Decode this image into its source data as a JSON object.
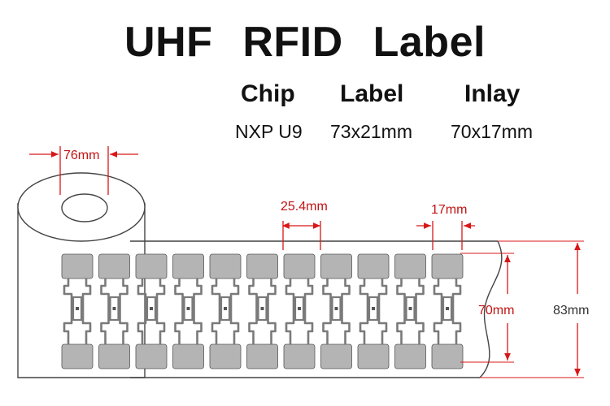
{
  "title": "UHF   RFID   Label",
  "specs": {
    "headers": [
      "Chip",
      "Label",
      "Inlay"
    ],
    "values": [
      "NXP U9",
      "73x21mm",
      "70x17mm"
    ]
  },
  "dimensions": {
    "core_diameter": "76mm",
    "pitch": "25.4mm",
    "inlay_width": "17mm",
    "inlay_length": "70mm",
    "liner_width": "83mm"
  },
  "label_count": 11,
  "colors": {
    "dimension_red": "#d81818",
    "label_gray": "#b4b4b4",
    "outline": "#444444"
  }
}
